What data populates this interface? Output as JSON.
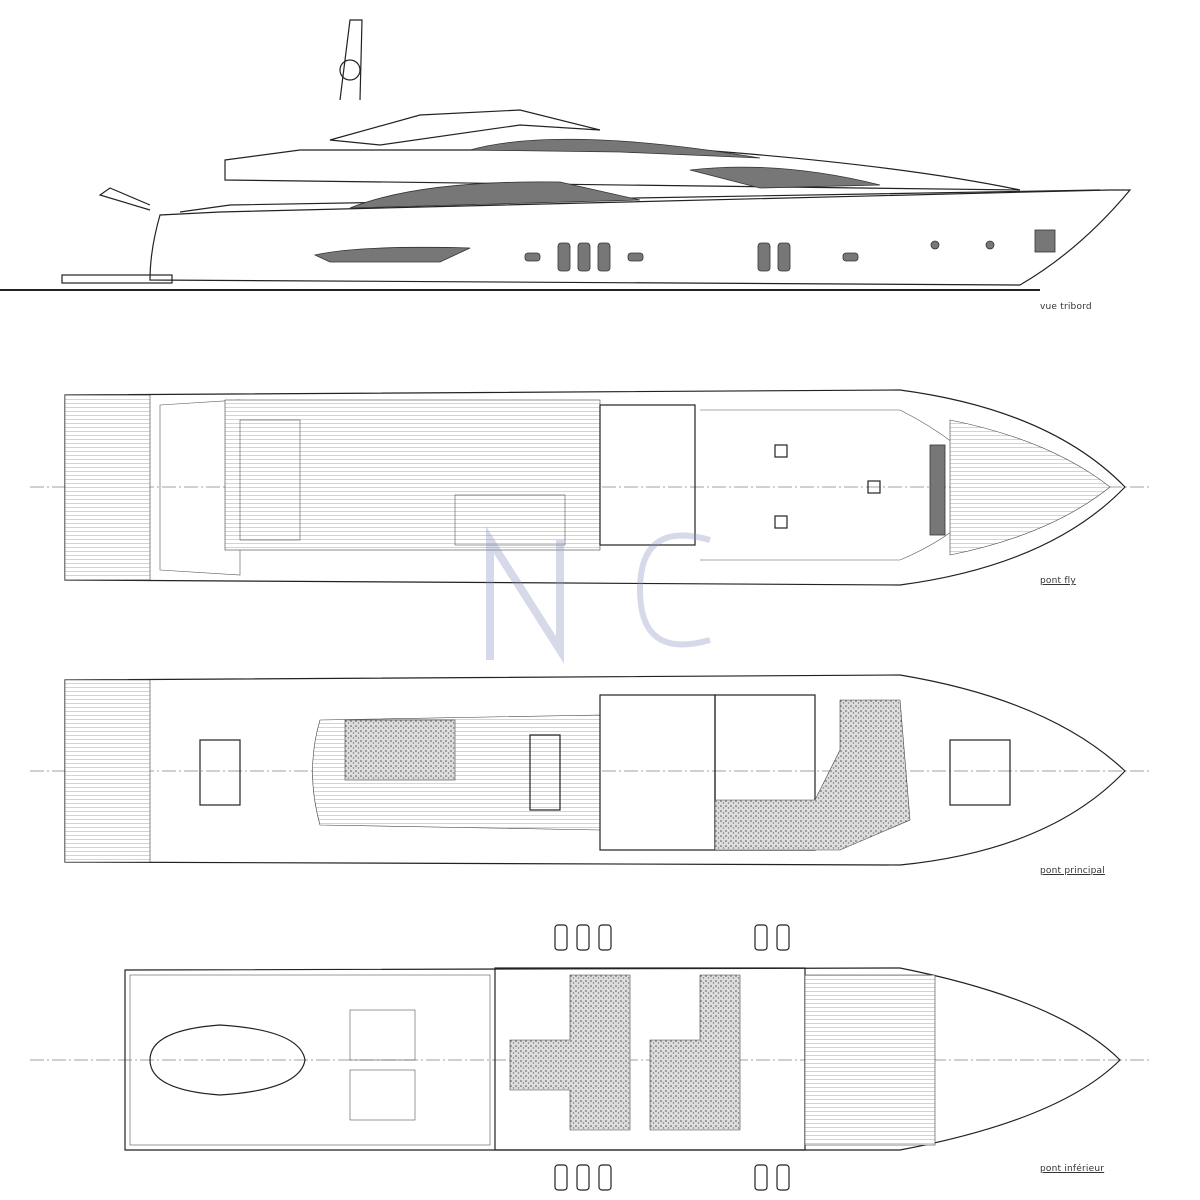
{
  "views": [
    {
      "id": "profile",
      "label": "vue tribord"
    },
    {
      "id": "fly",
      "label": "pont fly"
    },
    {
      "id": "main",
      "label": "pont principal"
    },
    {
      "id": "lower",
      "label": "pont inférieur"
    }
  ],
  "colors": {
    "line": "#222222",
    "fill_dark": "#777777",
    "watermark": "#c8cde0"
  }
}
